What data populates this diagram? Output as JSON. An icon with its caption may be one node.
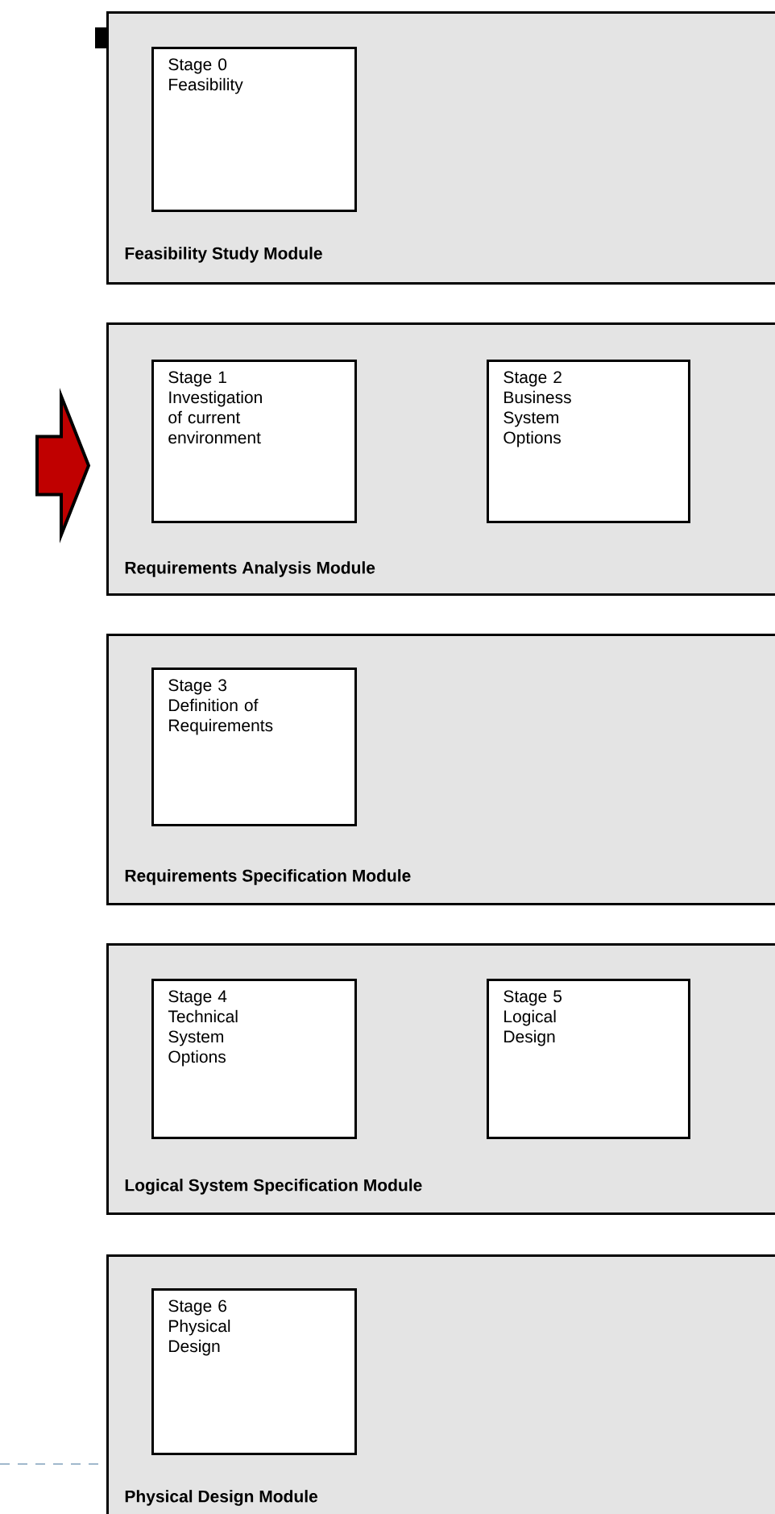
{
  "diagram": {
    "nodes": [
      {
        "text": [
          "Feasibility Study Module"
        ]
      },
      {
        "text": [
          "Stage 0 Feasibility"
        ],
        "in": 0
      },
      {
        "text": [
          "Requirements Analysis Module"
        ]
      },
      {
        "text": [
          "Stage 1 Investigation of current environment"
        ],
        "in": 2
      },
      {
        "text": [
          "Stage 2 Business System Options"
        ],
        "in": 2
      },
      {
        "text": [
          "Requirements Specification Module"
        ]
      },
      {
        "text": [
          "Stage 3 Definition of Requirements"
        ],
        "in": 5
      },
      {
        "text": [
          "Logical System Specification Module"
        ]
      },
      {
        "text": [
          "Stage 4 Technical System Options"
        ],
        "in": 7
      },
      {
        "text": [
          "Stage 5 Logical Design"
        ],
        "in": 7
      },
      {
        "text": [
          "Physical Design Module"
        ]
      },
      {
        "text": [
          "Stage 6 Physical Design"
        ],
        "in": 10
      }
    ],
    "edges": [
      {
        "from": null,
        "to": 2,
        "arrow": "to",
        "style": "thick",
        "color": "#c00000"
      }
    ]
  }
}
